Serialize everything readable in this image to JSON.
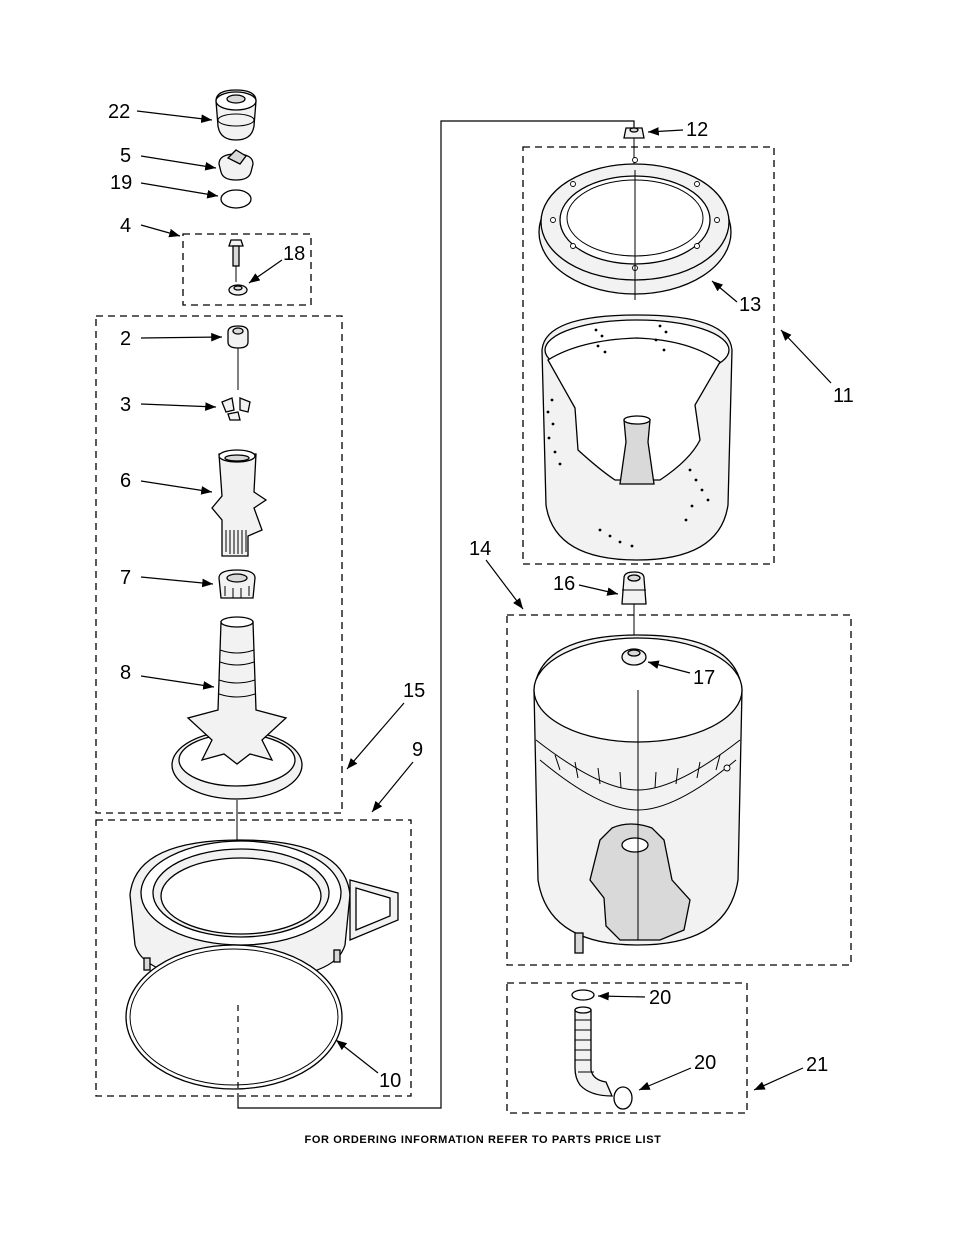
{
  "callouts": {
    "c22": "22",
    "c5": "5",
    "c19": "19",
    "c4": "4",
    "c18": "18",
    "c2": "2",
    "c3": "3",
    "c6": "6",
    "c7": "7",
    "c8": "8",
    "c15": "15",
    "c9": "9",
    "c10": "10",
    "c12": "12",
    "c13": "13",
    "c11": "11",
    "c14": "14",
    "c16": "16",
    "c17": "17",
    "c20a": "20",
    "c20b": "20",
    "c21": "21"
  },
  "footer": "FOR ORDERING INFORMATION REFER TO PARTS PRICE LIST"
}
